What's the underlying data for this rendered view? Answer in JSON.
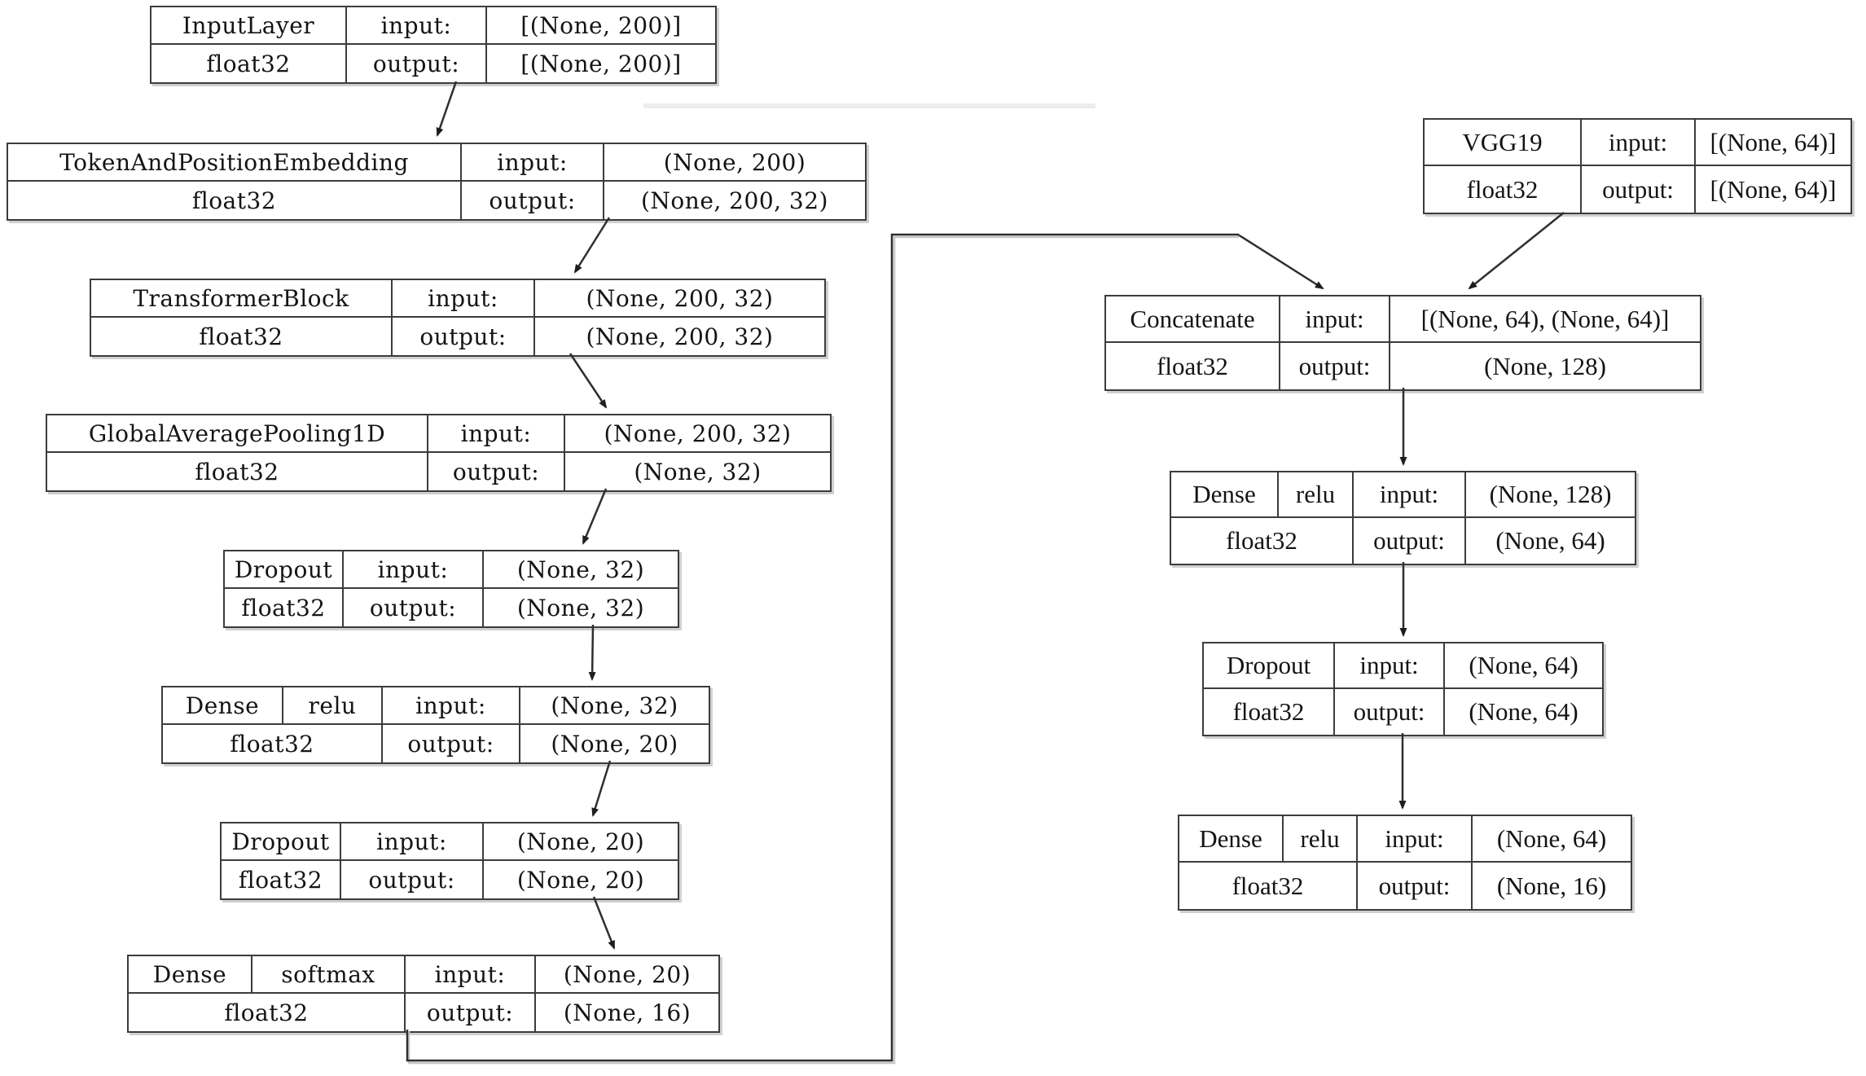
{
  "diagram": {
    "type": "keras-model-plot",
    "background_color": "#ffffff",
    "line_color": "#2f2f2f",
    "text_color": "#141414",
    "left_branch": {
      "nodes": [
        {
          "name": "InputLayer",
          "dtype": "float32",
          "input_label": "input:",
          "output_label": "output:",
          "input_shape": "[(None, 200)]",
          "output_shape": "[(None, 200)]"
        },
        {
          "name": "TokenAndPositionEmbedding",
          "dtype": "float32",
          "input_label": "input:",
          "output_label": "output:",
          "input_shape": "(None, 200)",
          "output_shape": "(None, 200, 32)"
        },
        {
          "name": "TransformerBlock",
          "dtype": "float32",
          "input_label": "input:",
          "output_label": "output:",
          "input_shape": "(None, 200, 32)",
          "output_shape": "(None, 200, 32)"
        },
        {
          "name": "GlobalAveragePooling1D",
          "dtype": "float32",
          "input_label": "input:",
          "output_label": "output:",
          "input_shape": "(None, 200, 32)",
          "output_shape": "(None, 32)"
        },
        {
          "name": "Dropout",
          "dtype": "float32",
          "input_label": "input:",
          "output_label": "output:",
          "input_shape": "(None, 32)",
          "output_shape": "(None, 32)"
        },
        {
          "name": "Dense",
          "activation": "relu",
          "dtype": "float32",
          "input_label": "input:",
          "output_label": "output:",
          "input_shape": "(None, 32)",
          "output_shape": "(None, 20)"
        },
        {
          "name": "Dropout",
          "dtype": "float32",
          "input_label": "input:",
          "output_label": "output:",
          "input_shape": "(None, 20)",
          "output_shape": "(None, 20)"
        },
        {
          "name": "Dense",
          "activation": "softmax",
          "dtype": "float32",
          "input_label": "input:",
          "output_label": "output:",
          "input_shape": "(None, 20)",
          "output_shape": "(None, 16)"
        }
      ]
    },
    "right_branch": {
      "nodes": [
        {
          "name": "VGG19",
          "dtype": "float32",
          "input_label": "input:",
          "output_label": "output:",
          "input_shape": "[(None, 64)]",
          "output_shape": "[(None, 64)]"
        },
        {
          "name": "Concatenate",
          "dtype": "float32",
          "input_label": "input:",
          "output_label": "output:",
          "input_shape": "[(None, 64), (None, 64)]",
          "output_shape": "(None, 128)"
        },
        {
          "name": "Dense",
          "activation": "relu",
          "dtype": "float32",
          "input_label": "input:",
          "output_label": "output:",
          "input_shape": "(None, 128)",
          "output_shape": "(None, 64)"
        },
        {
          "name": "Dropout",
          "dtype": "float32",
          "input_label": "input:",
          "output_label": "output:",
          "input_shape": "(None, 64)",
          "output_shape": "(None, 64)"
        },
        {
          "name": "Dense",
          "activation": "relu",
          "dtype": "float32",
          "input_label": "input:",
          "output_label": "output:",
          "input_shape": "(None, 64)",
          "output_shape": "(None, 16)"
        }
      ]
    },
    "edges": [
      {
        "from": "InputLayer",
        "to": "TokenAndPositionEmbedding"
      },
      {
        "from": "TokenAndPositionEmbedding",
        "to": "TransformerBlock"
      },
      {
        "from": "TransformerBlock",
        "to": "GlobalAveragePooling1D"
      },
      {
        "from": "GlobalAveragePooling1D",
        "to": "Dropout"
      },
      {
        "from": "Dropout",
        "to": "Dense (relu)"
      },
      {
        "from": "Dense (relu)",
        "to": "Dropout"
      },
      {
        "from": "Dropout",
        "to": "Dense (softmax)"
      },
      {
        "from": "Dense (softmax)",
        "to": "Concatenate"
      },
      {
        "from": "VGG19",
        "to": "Concatenate"
      },
      {
        "from": "Concatenate",
        "to": "Dense (relu)"
      },
      {
        "from": "Dense (relu)",
        "to": "Dropout"
      },
      {
        "from": "Dropout",
        "to": "Dense (relu)"
      }
    ]
  }
}
